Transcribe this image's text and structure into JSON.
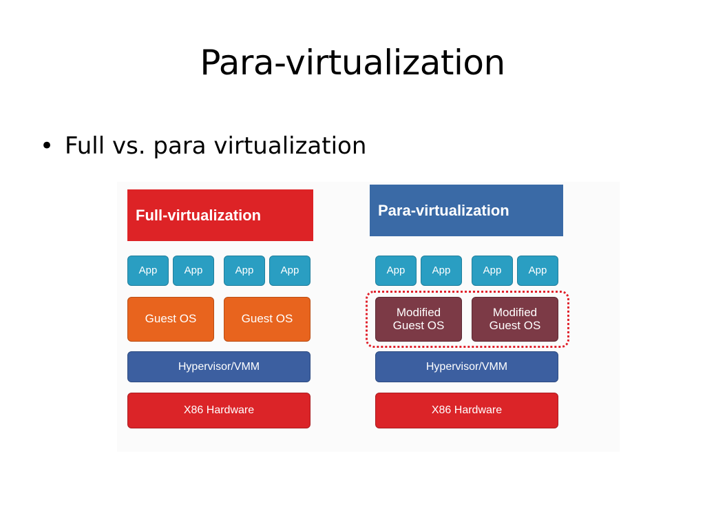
{
  "slide": {
    "title": "Para-virtualization",
    "bullet": "Full vs. para virtualization"
  },
  "diagram": {
    "full": {
      "header": "Full-virtualization",
      "apps": [
        "App",
        "App",
        "App",
        "App"
      ],
      "guest_os": [
        "Guest OS",
        "Guest OS"
      ],
      "hypervisor": "Hypervisor/VMM",
      "hardware": "X86 Hardware"
    },
    "para": {
      "header": "Para-virtualization",
      "apps": [
        "App",
        "App",
        "App",
        "App"
      ],
      "guest_os": [
        {
          "line1": "Modified",
          "line2": "Guest OS"
        },
        {
          "line1": "Modified",
          "line2": "Guest OS"
        }
      ],
      "hypervisor": "Hypervisor/VMM",
      "hardware": "X86 Hardware"
    }
  },
  "colors": {
    "full_header": "#dd2326",
    "para_header": "#3a6aa6",
    "app": "#2a9ec2",
    "guest_os": "#e8641e",
    "modified_guest_os": "#7c3a46",
    "hypervisor": "#3c5fa0",
    "hardware": "#db2428",
    "dotted_outline": "#e0202a"
  }
}
